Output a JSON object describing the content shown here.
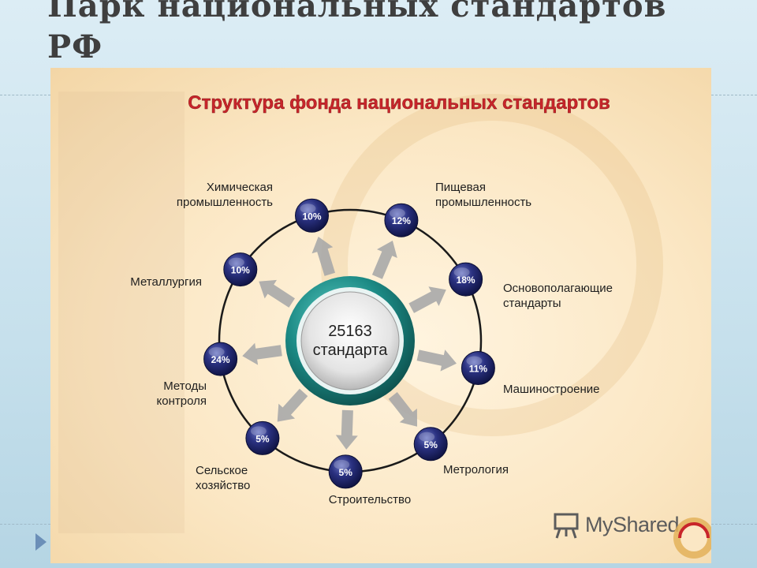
{
  "slide": {
    "title_line1": "Парк  национальных стандартов",
    "title_line2": "РФ"
  },
  "diagram": {
    "heading": "Структура фонда национальных стандартов",
    "center": {
      "value": "25163",
      "unit": "стандарта"
    },
    "nodes": [
      {
        "label": "Химическая\nпромышленность",
        "percent": "10%"
      },
      {
        "label": "Пищевая\nпромышленность",
        "percent": "12%"
      },
      {
        "label": "Основополагающие\nстандарты",
        "percent": "18%"
      },
      {
        "label": "Машиностроение",
        "percent": "11%"
      },
      {
        "label": "Метрология",
        "percent": "5%"
      },
      {
        "label": "Строительство",
        "percent": "5%"
      },
      {
        "label": "Сельское\nхозяйство",
        "percent": "5%"
      },
      {
        "label": "Методы\nконтроля",
        "percent": "24%"
      },
      {
        "label": "Металлургия",
        "percent": "10%"
      }
    ]
  },
  "watermark": {
    "brand": "MyShared"
  },
  "colors": {
    "heading": "#c8252a",
    "node_fill": "#23296b",
    "ring_outer": "#1f8f8a",
    "ring_line": "#1a1a1a",
    "arrow": "#a8a8a8"
  }
}
